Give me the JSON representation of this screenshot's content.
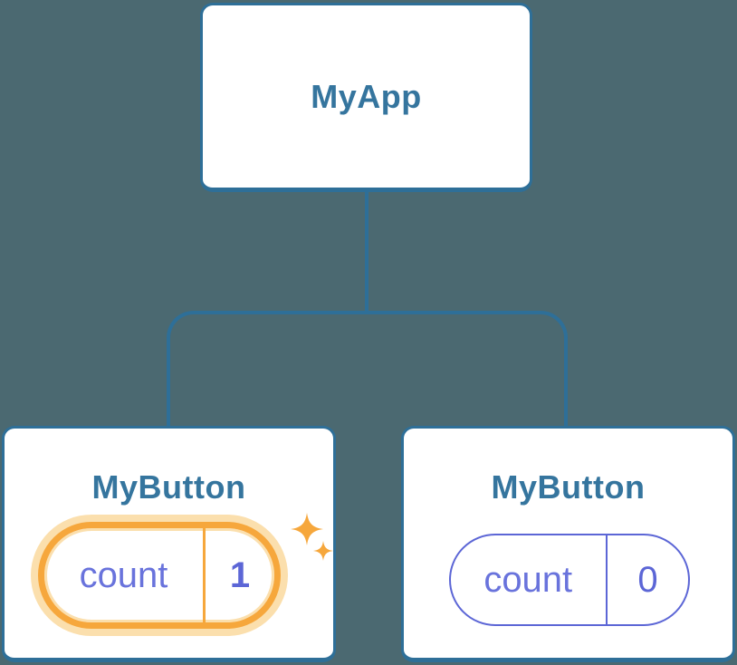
{
  "colors": {
    "background": "#4B6971",
    "node_border": "#2E6F98",
    "node_title_text": "#35759E",
    "state_accent": "#5C66D6",
    "state_key_text": "#6973DC",
    "highlight_orange": "#F6A73C",
    "highlight_halo": "#FBDFAD",
    "node_fill": "#FFFFFF"
  },
  "icons": {
    "sparkle": "four-point-star"
  },
  "tree": {
    "root": {
      "label": "MyApp"
    },
    "children": [
      {
        "label": "MyButton",
        "highlighted": true,
        "state": {
          "key": "count",
          "value": "1"
        }
      },
      {
        "label": "MyButton",
        "highlighted": false,
        "state": {
          "key": "count",
          "value": "0"
        }
      }
    ]
  }
}
